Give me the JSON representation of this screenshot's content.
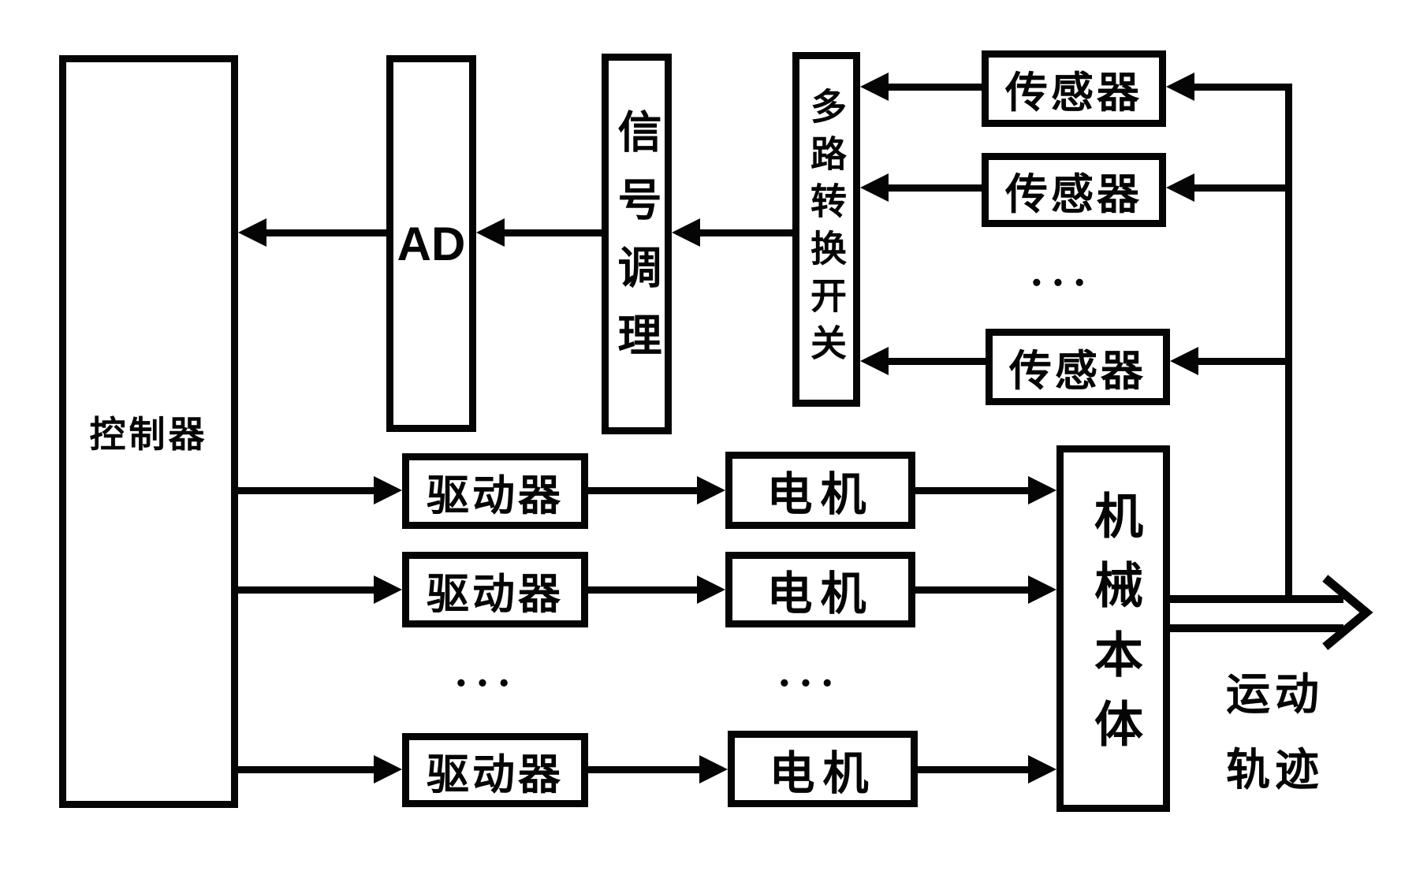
{
  "diagram": {
    "colors": {
      "ink": "#050505",
      "paper": "#ffffff"
    },
    "blocks": {
      "controller": {
        "label": "控制器"
      },
      "ad": {
        "label": "AD"
      },
      "signal_conditioning": {
        "label": "信号调理"
      },
      "multiplexer": {
        "label": "多路转换开关"
      },
      "sensor_1": {
        "label": "传感器"
      },
      "sensor_2": {
        "label": "传感器"
      },
      "sensor_3": {
        "label": "传感器"
      },
      "driver_1": {
        "label": "驱动器"
      },
      "driver_2": {
        "label": "驱动器"
      },
      "driver_3": {
        "label": "驱动器"
      },
      "motor_1": {
        "label": "电机"
      },
      "motor_2": {
        "label": "电机"
      },
      "motor_3": {
        "label": "电机"
      },
      "mechanical_body": {
        "label": "机械本体"
      }
    },
    "ellipsis": "•••",
    "output_label": "运动轨迹"
  }
}
